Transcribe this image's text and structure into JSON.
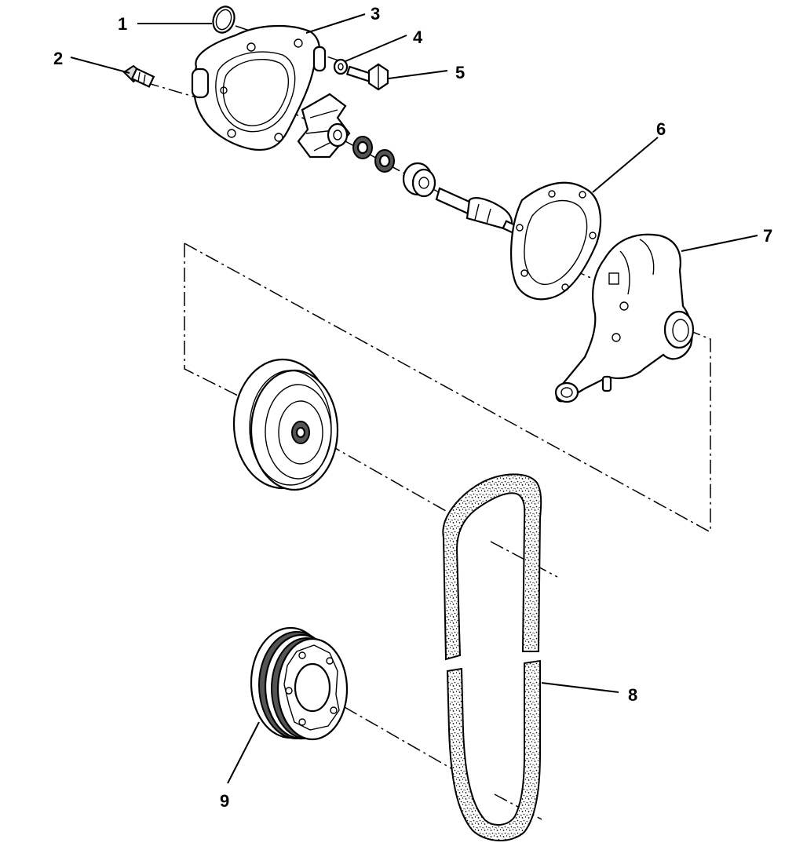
{
  "diagram": {
    "callouts": [
      {
        "id": "1",
        "label": "1"
      },
      {
        "id": "2",
        "label": "2"
      },
      {
        "id": "3",
        "label": "3"
      },
      {
        "id": "4",
        "label": "4"
      },
      {
        "id": "5",
        "label": "5"
      },
      {
        "id": "6",
        "label": "6"
      },
      {
        "id": "7",
        "label": "7"
      },
      {
        "id": "8",
        "label": "8"
      },
      {
        "id": "9",
        "label": "9"
      }
    ],
    "colors": {
      "ink": "#000000",
      "paper": "#ffffff",
      "belt_fill": "#cfcfcf"
    }
  }
}
